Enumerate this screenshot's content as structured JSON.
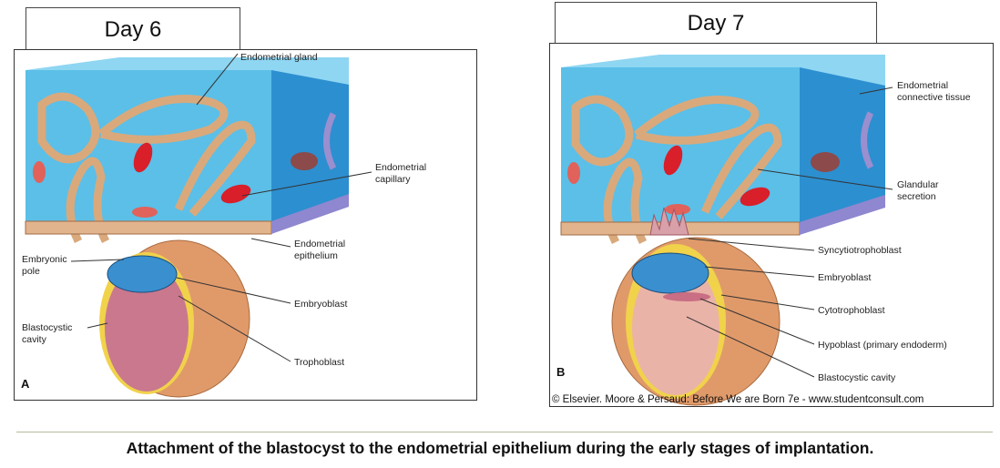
{
  "panel_a": {
    "day_title": "Day 6",
    "letter": "A",
    "labels": {
      "endometrial_gland": "Endometrial gland",
      "endometrial_capillary_1": "Endometrial",
      "endometrial_capillary_2": "capillary",
      "endometrial_epithelium_1": "Endometrial",
      "endometrial_epithelium_2": "epithelium",
      "embryonic_pole_1": "Embryonic",
      "embryonic_pole_2": "pole",
      "embryoblast": "Embryoblast",
      "blastocystic_cavity_1": "Blastocystic",
      "blastocystic_cavity_2": "cavity",
      "trophoblast": "Trophoblast"
    }
  },
  "panel_b": {
    "day_title": "Day 7",
    "letter": "B",
    "labels": {
      "endometrial_connective_1": "Endometrial",
      "endometrial_connective_2": "connective tissue",
      "glandular_secretion_1": "Glandular",
      "glandular_secretion_2": "secretion",
      "syncytiotrophoblast": "Syncytiotrophoblast",
      "embryoblast": "Embryoblast",
      "cytotrophoblast": "Cytotrophoblast",
      "hypoblast": "Hypoblast (primary endoderm)",
      "blastocystic_cavity": "Blastocystic cavity"
    },
    "credit": "© Elsevier. Moore & Persaud: Before We are Born 7e - www.studentconsult.com"
  },
  "caption": "Attachment of the blastocyst to the endometrial epithelium during the early stages of  implantation.",
  "colors": {
    "tissue_front": "#5bbfe8",
    "tissue_side": "#2c8fd0",
    "gland_tan": "#d9a97c",
    "capillary_red": "#d81f2a",
    "trophoblast_orange": "#e09a6a",
    "embryoblast_blue": "#3a8fcf",
    "cavity_pink": "#c9788e"
  }
}
